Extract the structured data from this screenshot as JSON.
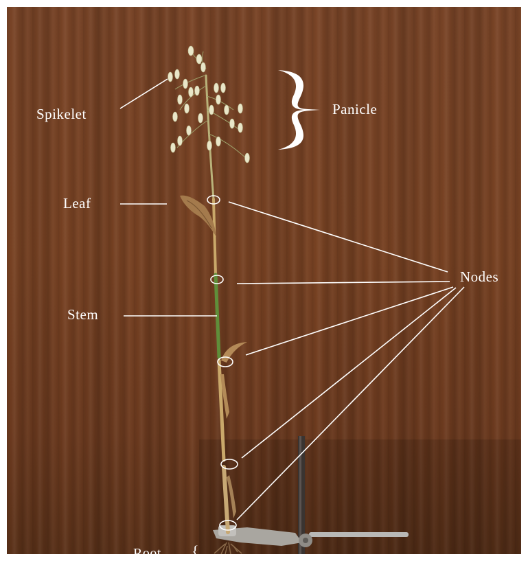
{
  "labels": {
    "spikelet": "Spikelet",
    "panicle": "Panicle",
    "leaf": "Leaf",
    "nodes": "Nodes",
    "stem": "Stem",
    "root": "Root"
  },
  "colors": {
    "wood": "#7a4323",
    "annotation": "#ffffff",
    "stem_green": "#5f8f3a",
    "stem_straw": "#c9a86a"
  }
}
